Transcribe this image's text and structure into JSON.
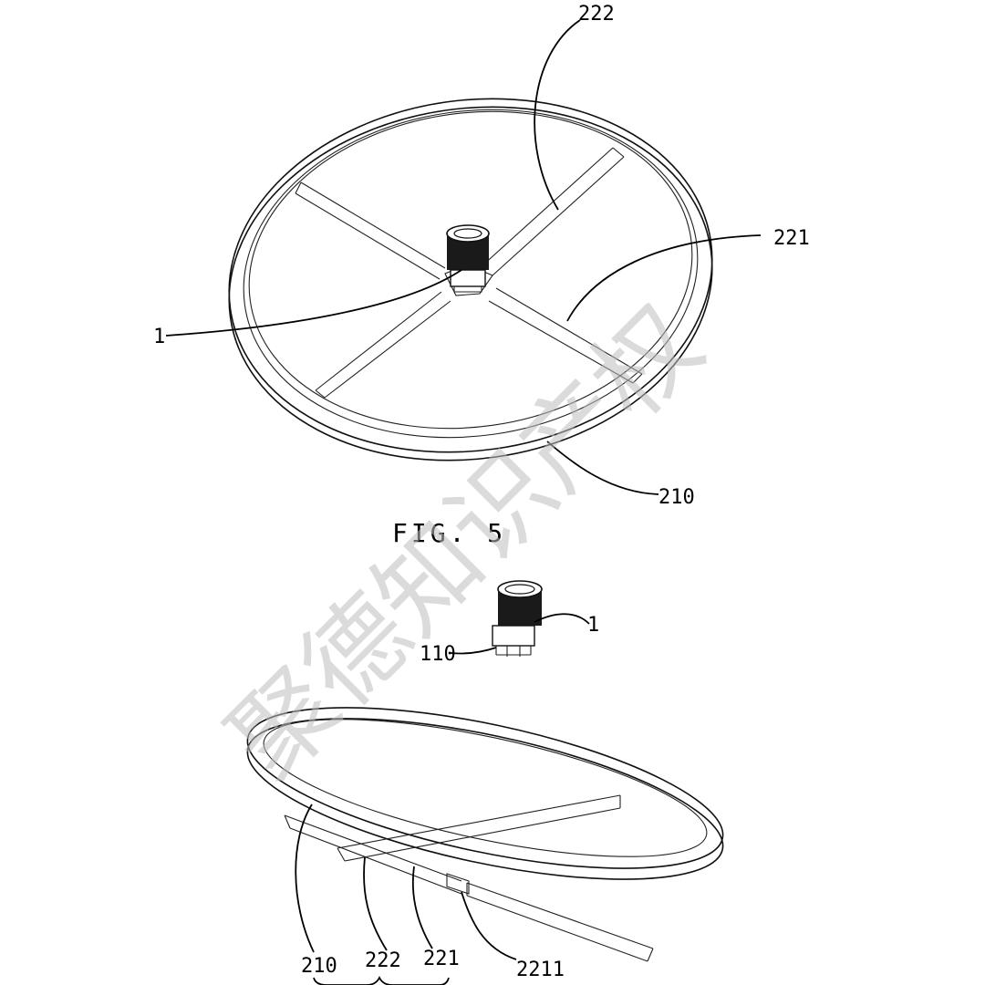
{
  "figure": {
    "caption": "FIG. 5"
  },
  "upper_labels": {
    "l222": "222",
    "l221": "221",
    "l1": "1",
    "l210": "210"
  },
  "lower_labels": {
    "l1": "1",
    "l110": "110",
    "l210": "210",
    "l222": "222",
    "l221": "221",
    "l2211": "2211"
  },
  "watermark": {
    "text": "聚德知识产权",
    "color": "#bfbfbf"
  },
  "colors": {
    "line": "#111111",
    "background": "#ffffff"
  }
}
